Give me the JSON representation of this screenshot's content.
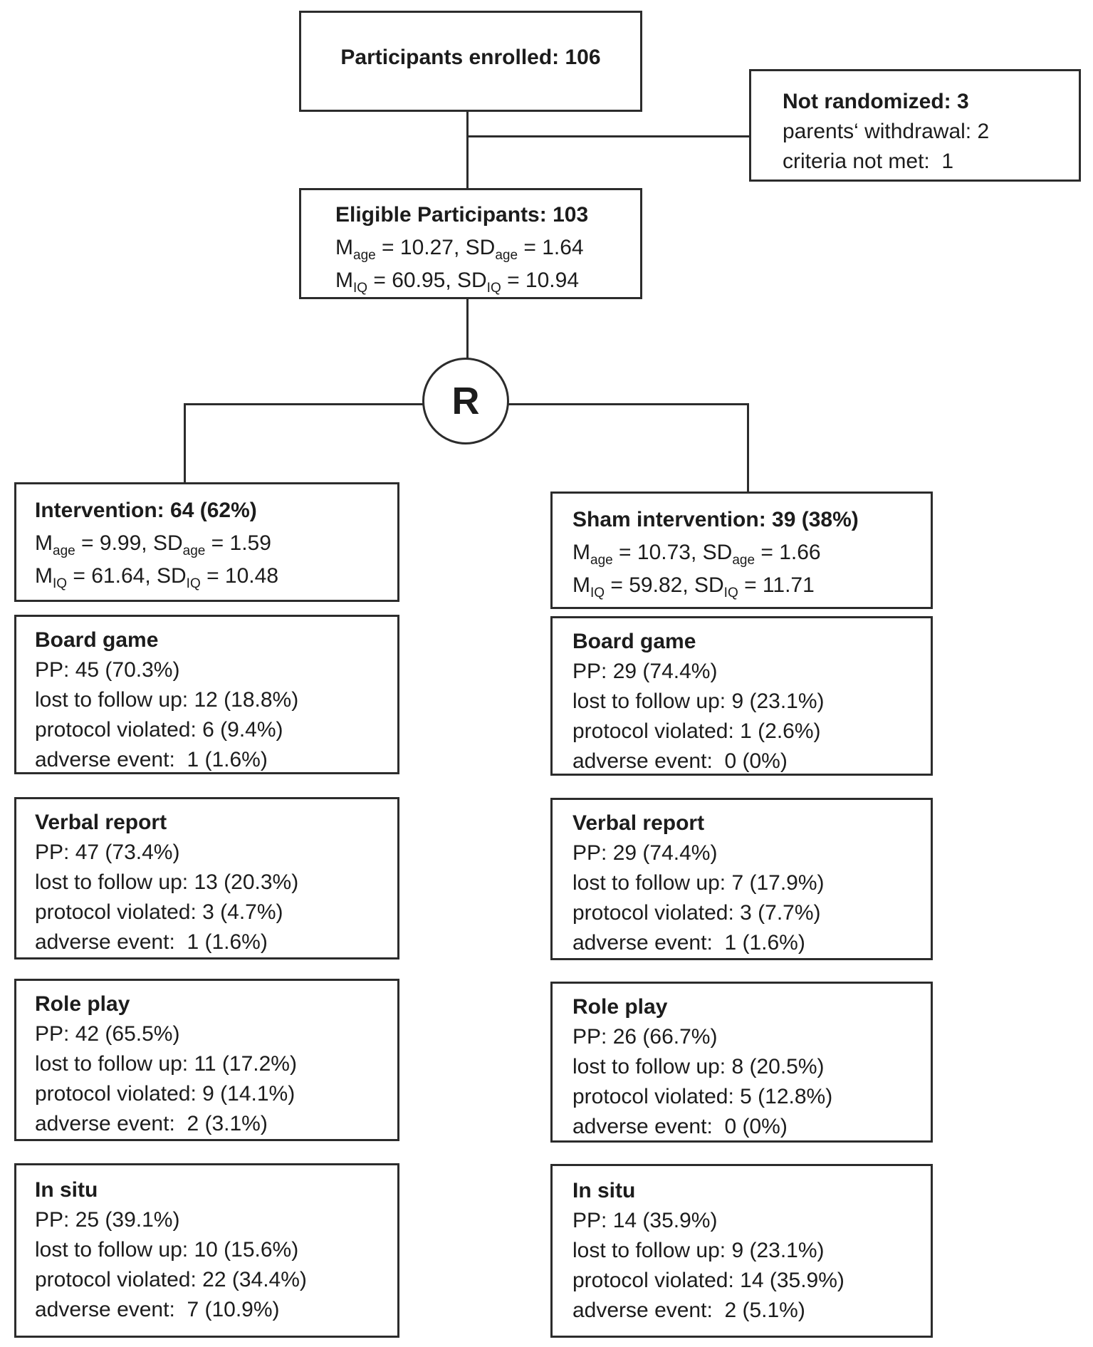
{
  "diagram": {
    "enrolled": {
      "label": "Participants enrolled: 106"
    },
    "not_randomized": {
      "title": "Not randomized: 3",
      "lines": [
        "parents‘ withdrawal: 2",
        "criteria not met:  1"
      ]
    },
    "eligible": {
      "title": "Eligible Participants: 103",
      "age_line": [
        "M",
        "age",
        " = 10.27, SD",
        "age",
        " = 1.64"
      ],
      "iq_line": [
        "M",
        "IQ",
        " = 60.95, SD",
        "IQ",
        " = 10.94"
      ]
    },
    "randomization_symbol": "R",
    "intervention": {
      "title": "Intervention: 64 (62%)",
      "age_line": [
        "M",
        "age",
        " = 9.99, SD",
        "age",
        " = 1.59"
      ],
      "iq_line": [
        "M",
        "IQ",
        " = 61.64, SD",
        "IQ",
        " = 10.48"
      ]
    },
    "sham": {
      "title": "Sham intervention: 39 (38%)",
      "age_line": [
        "M",
        "age",
        " = 10.73, SD",
        "age",
        " = 1.66"
      ],
      "iq_line": [
        "M",
        "IQ",
        " = 59.82, SD",
        "IQ",
        " = 11.71"
      ]
    },
    "intervention_assessments": [
      {
        "title": "Board game",
        "lines": [
          "PP: 45 (70.3%)",
          "lost to follow up: 12 (18.8%)",
          "protocol violated: 6 (9.4%)",
          "adverse event:  1 (1.6%)"
        ]
      },
      {
        "title": "Verbal report",
        "lines": [
          "PP: 47 (73.4%)",
          "lost to follow up: 13 (20.3%)",
          "protocol violated: 3 (4.7%)",
          "adverse event:  1 (1.6%)"
        ]
      },
      {
        "title": "Role play",
        "lines": [
          "PP: 42 (65.5%)",
          "lost to follow up: 11 (17.2%)",
          "protocol violated: 9 (14.1%)",
          "adverse event:  2 (3.1%)"
        ]
      },
      {
        "title": "In situ",
        "lines": [
          "PP: 25 (39.1%)",
          "lost to follow up: 10 (15.6%)",
          "protocol violated: 22 (34.4%)",
          "adverse event:  7 (10.9%)"
        ]
      }
    ],
    "sham_assessments": [
      {
        "title": "Board game",
        "lines": [
          "PP: 29 (74.4%)",
          "lost to follow up: 9 (23.1%)",
          "protocol violated: 1 (2.6%)",
          "adverse event:  0 (0%)"
        ]
      },
      {
        "title": "Verbal report",
        "lines": [
          "PP: 29 (74.4%)",
          "lost to follow up: 7 (17.9%)",
          "protocol violated: 3 (7.7%)",
          "adverse event:  1 (1.6%)"
        ]
      },
      {
        "title": "Role play",
        "lines": [
          "PP: 26 (66.7%)",
          "lost to follow up: 8 (20.5%)",
          "protocol violated: 5 (12.8%)",
          "adverse event:  0 (0%)"
        ]
      },
      {
        "title": "In situ",
        "lines": [
          "PP: 14 (35.9%)",
          "lost to follow up: 9 (23.1%)",
          "protocol violated: 14 (35.9%)",
          "adverse event:  2 (5.1%)"
        ]
      }
    ]
  }
}
